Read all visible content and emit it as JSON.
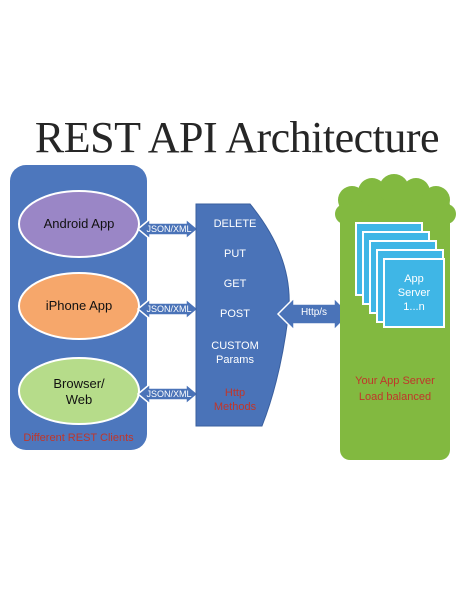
{
  "title": "REST API Architecture",
  "clients": {
    "caption": "Different REST Clients",
    "items": [
      {
        "label_lines": [
          "Android App"
        ]
      },
      {
        "label_lines": [
          "iPhone App"
        ]
      },
      {
        "label_lines": [
          "Browser/",
          "Web"
        ]
      }
    ]
  },
  "connector_label": "JSON/XML",
  "http_methods": {
    "items": [
      "DELETE",
      "PUT",
      "GET",
      "POST"
    ],
    "custom_lines": [
      "CUSTOM",
      "Params"
    ],
    "caption_lines": [
      "Http",
      "Methods"
    ]
  },
  "protocol_label": "Http/s",
  "server": {
    "stack_label_lines": [
      "App",
      "Server",
      "1...n"
    ],
    "caption_lines": [
      "Your App Server",
      "Load balanced"
    ]
  },
  "colors": {
    "clients_panel": "#4d77bd",
    "android": "#9a86c6",
    "iphone": "#f6a76b",
    "browser": "#b6dc8a",
    "methods_panel": "#4a73b8",
    "cloud": "#82b940",
    "server_card": "#3fb6e6",
    "caption_red": "#c0362a"
  }
}
